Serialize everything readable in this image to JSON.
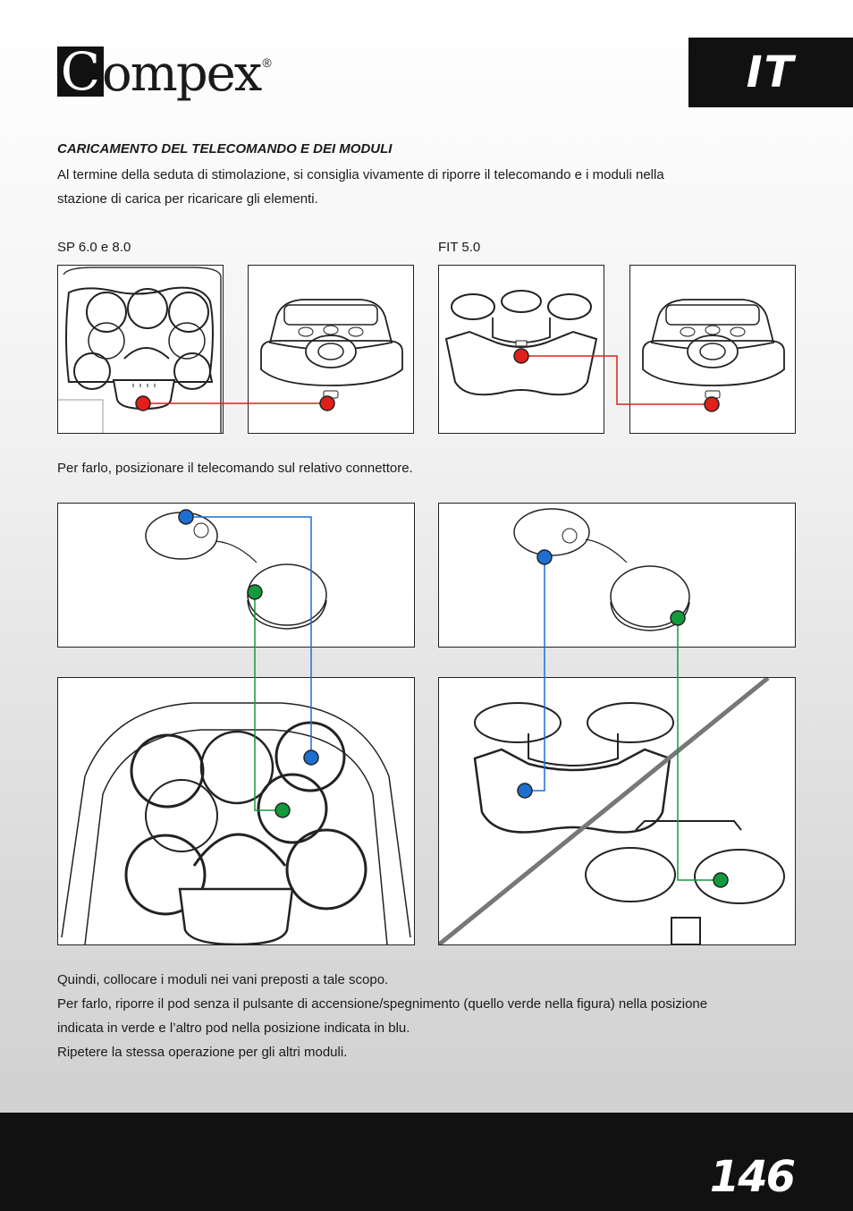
{
  "brand": {
    "logo_letter": "C",
    "logo_rest": "ompex",
    "registered": "®"
  },
  "language_tab": "IT",
  "section": {
    "title": "CARICAMENTO DEL TELECOMANDO E DEI MODULI",
    "intro_line1": "Al termine della seduta di stimolazione, si consiglia vivamente di riporre il telecomando e i moduli nella",
    "intro_line2": "stazione di carica per ricaricare gli elementi."
  },
  "labels": {
    "sp_models": "SP 6.0 e 8.0",
    "fit_model": "FIT 5.0"
  },
  "remote_instruction": "Per farlo, posizionare il telecomando sul relativo connettore.",
  "closing": {
    "line1": "Quindi, collocare i moduli nei vani preposti a tale scopo.",
    "line2": "Per farlo, riporre il pod senza il pulsante di accensione/spegnimento (quello verde nella figura) nella posizione",
    "line3": "indicata in verde e l’altro pod nella posizione indicata in blu.",
    "line4": "Ripetere la stessa operazione per gli altri moduli."
  },
  "marker_colors": {
    "red": "#e0201b",
    "blue": "#1f6fd0",
    "green": "#139a3c"
  },
  "page_number": "146"
}
